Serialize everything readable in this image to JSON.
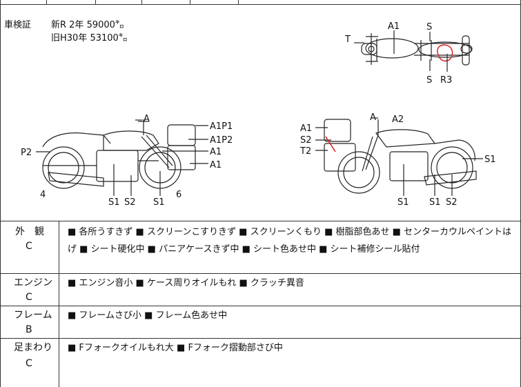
{
  "inspection": {
    "label": "車検証",
    "line1": "新R  2年   59000㌔",
    "line2": "旧H30年   53100㌔"
  },
  "diagram": {
    "top_view_labels": {
      "a1": "A1",
      "s_top": "S",
      "s_bottom": "S",
      "t": "T",
      "r3": "R3"
    },
    "left_view_labels": {
      "a": "A",
      "a1p1": "A1P1",
      "a1p2": "A1P2",
      "a1_upper": "A1",
      "a1_lower": "A1",
      "p2": "P2",
      "num4": "4",
      "s1_a": "S1",
      "s2": "S2",
      "s1_b": "S1",
      "num6": "6"
    },
    "right_view_labels": {
      "a": "A",
      "a2": "A2",
      "a1": "A1",
      "s2_left": "S2",
      "t2": "T2",
      "s1_right": "S1",
      "s1_a": "S1",
      "s1_b": "S1",
      "s2_b": "S2"
    },
    "colors": {
      "line": "#222222",
      "damage_mark": "#d92020"
    }
  },
  "sections": [
    {
      "category": "外　観",
      "grade": "C",
      "notes": "■ 各所うすきず ■ スクリーンこすりきず ■ スクリーンくもり ■ 樹脂部色あせ ■ センターカウルペイントはげ ■ シート硬化中 ■ パニアケースきず中 ■ シート色あせ中 ■ シート補修シール貼付"
    },
    {
      "category": "エンジン",
      "grade": "C",
      "notes": "■ エンジン音小 ■ ケース周りオイルもれ ■ クラッチ異音"
    },
    {
      "category": "フレーム",
      "grade": "B",
      "notes": "■ フレームさび小 ■ フレーム色あせ中"
    },
    {
      "category": "足まわり",
      "grade": "C",
      "notes": "■ Fフォークオイルもれ大 ■ Fフォーク摺動部さび中"
    }
  ]
}
